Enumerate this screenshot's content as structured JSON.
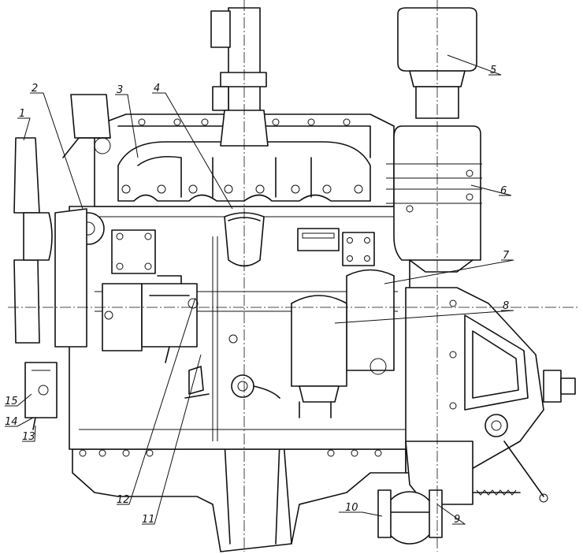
{
  "callouts": [
    {
      "id": "c1",
      "label": "1"
    },
    {
      "id": "c2",
      "label": "2"
    },
    {
      "id": "c3",
      "label": "3"
    },
    {
      "id": "c4",
      "label": "4"
    },
    {
      "id": "c5",
      "label": "5"
    },
    {
      "id": "c6",
      "label": "6"
    },
    {
      "id": "c7",
      "label": "7"
    },
    {
      "id": "c8",
      "label": "8"
    },
    {
      "id": "c9",
      "label": "9"
    },
    {
      "id": "c10",
      "label": "10"
    },
    {
      "id": "c11",
      "label": "11"
    },
    {
      "id": "c12",
      "label": "12"
    },
    {
      "id": "c13",
      "label": "13"
    },
    {
      "id": "c14",
      "label": "14"
    },
    {
      "id": "c15",
      "label": "15"
    }
  ],
  "colors": {
    "ink": "#111111",
    "paper": "#ffffff"
  }
}
